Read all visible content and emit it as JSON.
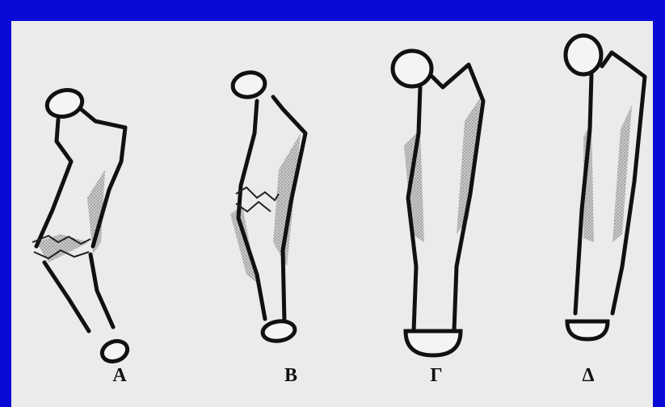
{
  "figure": {
    "background_color": "#0a0ad8",
    "paper_color": "#ebebeb",
    "panels": [
      {
        "id": "A",
        "label": "A",
        "description_icon": "fractured-bone-angled-icon"
      },
      {
        "id": "B",
        "label": "B",
        "description_icon": "fractured-bone-step-icon"
      },
      {
        "id": "G",
        "label": "Γ",
        "description_icon": "healed-bone-icon"
      },
      {
        "id": "D",
        "label": "Δ",
        "description_icon": "remodeled-bone-icon"
      }
    ]
  }
}
